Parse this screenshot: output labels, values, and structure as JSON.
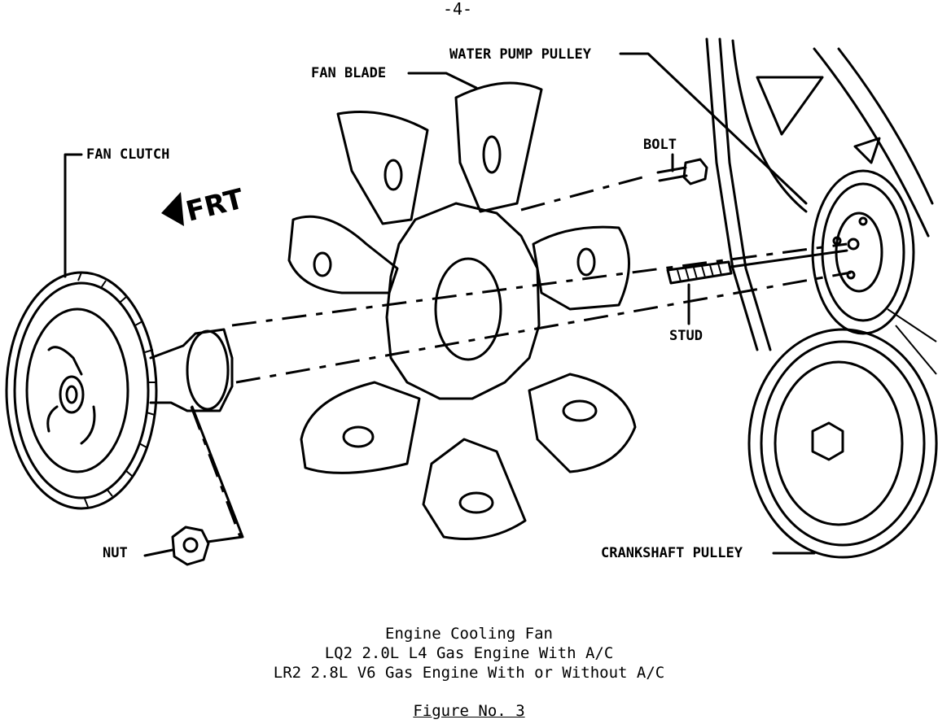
{
  "page_number": "-4-",
  "labels": {
    "water_pump_pulley": "WATER PUMP PULLEY",
    "fan_blade": "FAN BLADE",
    "fan_clutch": "FAN CLUTCH",
    "frt": "FRT",
    "bolt": "BOLT",
    "stud": "STUD",
    "nut": "NUT",
    "crankshaft_pulley": "CRANKSHAFT PULLEY"
  },
  "caption": {
    "line1": "Engine Cooling Fan",
    "line2": "LQ2 2.0L L4 Gas Engine With A/C",
    "line3": "LR2 2.8L V6 Gas Engine With or Without A/C",
    "figure": "Figure No. 3"
  }
}
